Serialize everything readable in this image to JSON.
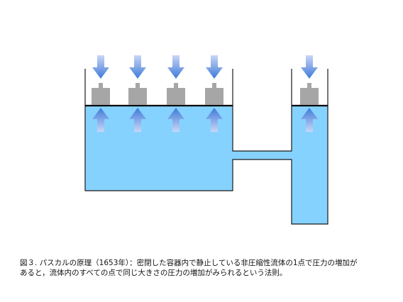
{
  "colors": {
    "fluid": "#86d2ff",
    "wall": "#1a1a1a",
    "arrow_light": "#c9d6f7",
    "arrow_dark": "#3e7ad8",
    "weight": "#a6a6a6",
    "surface": "#000000"
  },
  "diagram": {
    "large_vessel_arrow_count": 4,
    "small_vessel_arrow_count": 1
  },
  "caption": {
    "line1": "図３. パスカルの原理（1653年）：密閉した容器内で静止している非圧縮性流体の1点で圧力の増加が",
    "line2": "あると，流体内のすべての点で同じ大きさの圧力の増加がみられるという法則。"
  }
}
